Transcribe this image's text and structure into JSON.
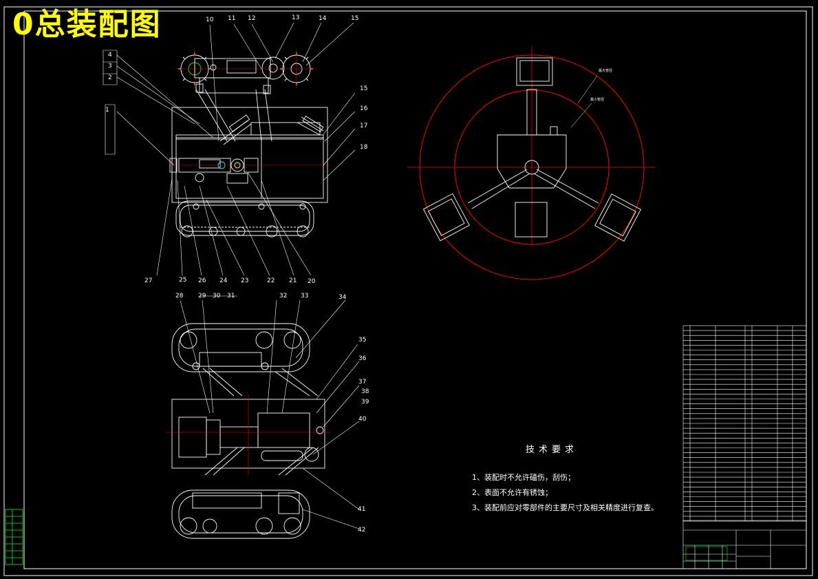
{
  "title": "0总装配图",
  "tech_requirements": {
    "heading": "技术要求",
    "items": [
      "1、装配时不允许磕伤，刮伤；",
      "2、表面不允许有锈蚀；",
      "3、装配前应对零部件的主要尺寸及相关精度进行复查。"
    ]
  },
  "part_numbers_top": [
    "1",
    "2",
    "3",
    "4",
    "10",
    "11",
    "12",
    "13",
    "14",
    "15",
    "15",
    "16",
    "17",
    "18",
    "20",
    "21",
    "22",
    "23",
    "24",
    "25",
    "26",
    "27"
  ],
  "part_numbers_bottom": [
    "28",
    "29",
    "30",
    "31",
    "32",
    "33",
    "34",
    "35",
    "36",
    "37",
    "38",
    "39",
    "40",
    "41",
    "42"
  ],
  "colors": {
    "background": "#000000",
    "lines": "#ffffff",
    "centerline": "#ff0000",
    "title": "#ffff00",
    "accent": "#00ff00"
  }
}
